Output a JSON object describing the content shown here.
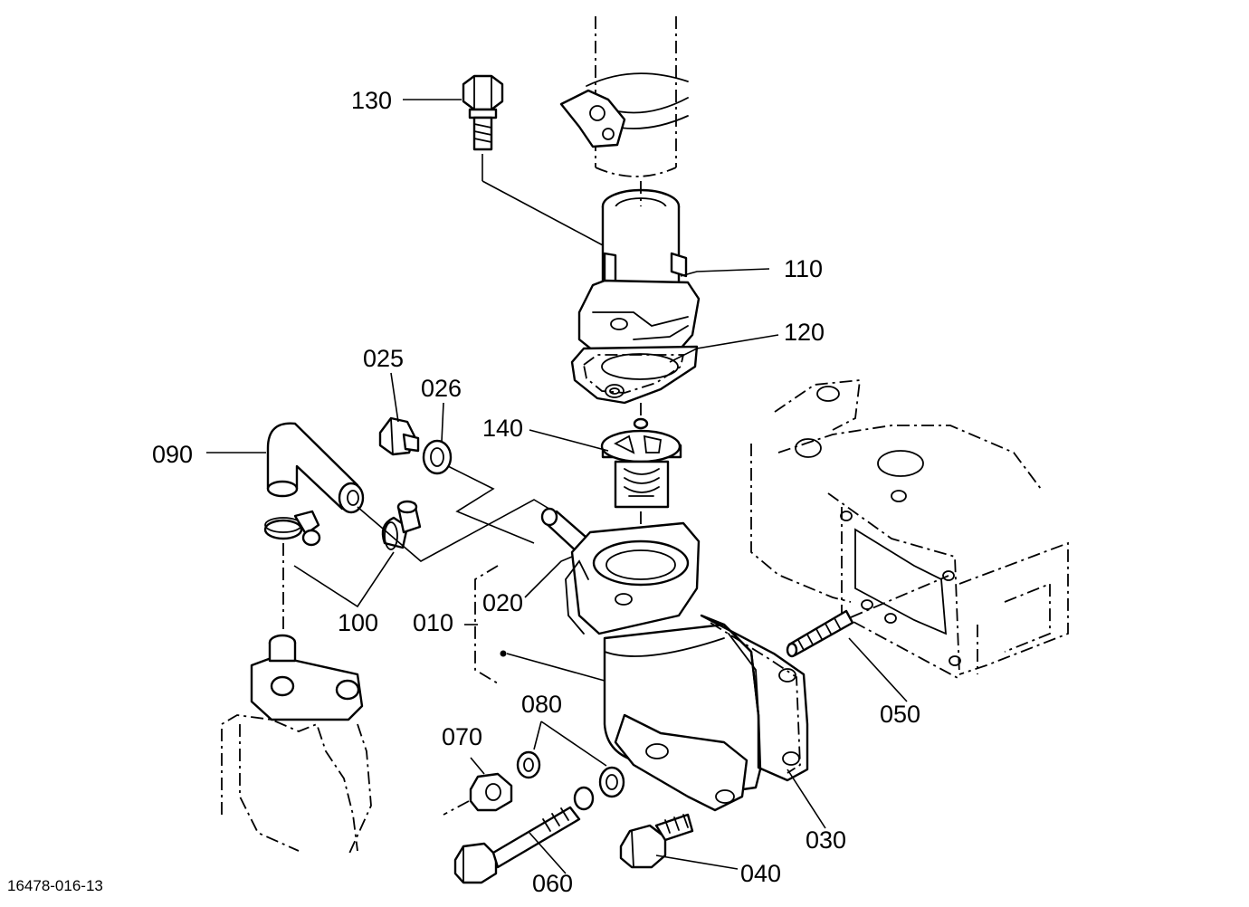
{
  "parts": [
    {
      "id": "p130",
      "label": "130"
    },
    {
      "id": "p110",
      "label": "110"
    },
    {
      "id": "p120",
      "label": "120"
    },
    {
      "id": "p025",
      "label": "025"
    },
    {
      "id": "p026",
      "label": "026"
    },
    {
      "id": "p140",
      "label": "140"
    },
    {
      "id": "p090",
      "label": "090"
    },
    {
      "id": "p020",
      "label": "020"
    },
    {
      "id": "p010",
      "label": "010"
    },
    {
      "id": "p100",
      "label": "100"
    },
    {
      "id": "p080",
      "label": "080"
    },
    {
      "id": "p070",
      "label": "070"
    },
    {
      "id": "p050",
      "label": "050"
    },
    {
      "id": "p030",
      "label": "030"
    },
    {
      "id": "p040",
      "label": "040"
    },
    {
      "id": "p060",
      "label": "060"
    }
  ],
  "drawing_number": "16478-016-13"
}
